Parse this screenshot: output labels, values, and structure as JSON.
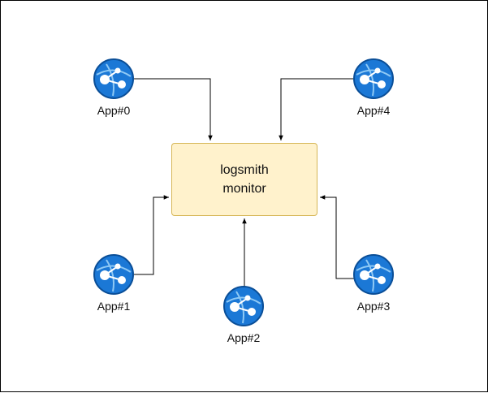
{
  "monitor": {
    "label": "logsmith\nmonitor"
  },
  "apps": [
    {
      "label": "App#0",
      "icon": "azure-app-service-icon"
    },
    {
      "label": "App#1",
      "icon": "azure-app-service-icon"
    },
    {
      "label": "App#2",
      "icon": "azure-app-service-icon"
    },
    {
      "label": "App#3",
      "icon": "azure-app-service-icon"
    },
    {
      "label": "App#4",
      "icon": "azure-app-service-icon"
    }
  ],
  "colors": {
    "monitor_fill": "#fff2cc",
    "monitor_border": "#d6b656",
    "icon_blue": "#1b78d6",
    "icon_dark": "#0a4e97",
    "edge": "#000000"
  }
}
